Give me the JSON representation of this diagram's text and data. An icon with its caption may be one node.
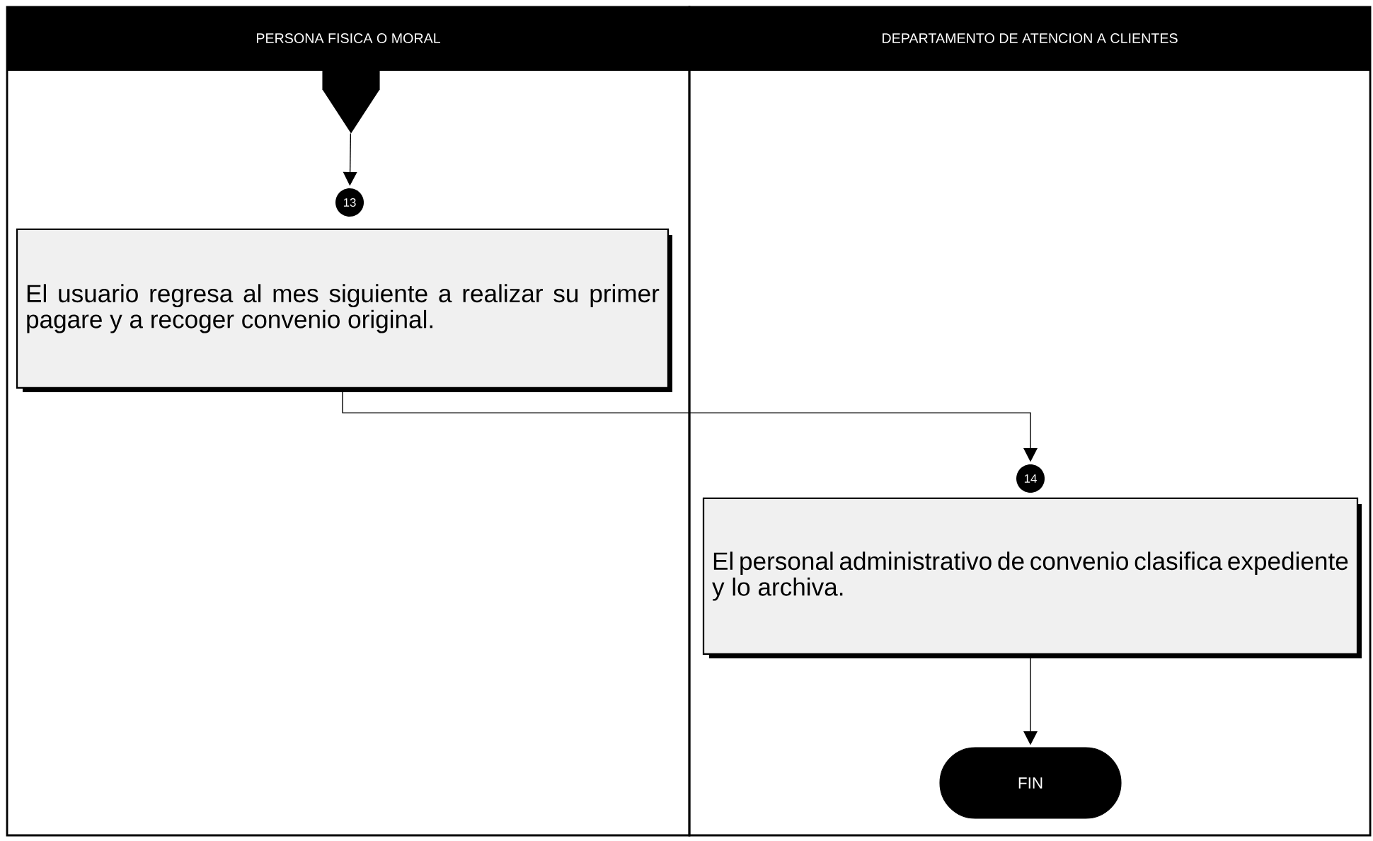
{
  "diagram": {
    "nodes": [
      {
        "text": [
          "PERSONA FISICA O MORAL"
        ]
      },
      {
        "text": [
          "DEPARTAMENTO DE ATENCION A CLIENTES"
        ]
      },
      {
        "text": [],
        "shape": "pentagon",
        "in": 0
      },
      {
        "text": [
          "13"
        ],
        "in": 0
      },
      {
        "text": [
          "El usuario regresa al mes siguiente a realizar su primer pagare y a recoger convenio original."
        ],
        "in": 0
      },
      {
        "text": [
          "14"
        ],
        "in": 1
      },
      {
        "text": [
          "El personal administrativo de convenio clasifica expediente y lo archiva."
        ],
        "in": 1
      },
      {
        "text": [
          "FIN"
        ],
        "in": 1
      }
    ],
    "edges": [
      {
        "from": 2,
        "to": 3,
        "arrow": "to"
      },
      {
        "from": 4,
        "to": 5,
        "arrow": "to"
      },
      {
        "from": 6,
        "to": 7,
        "arrow": "to"
      }
    ]
  }
}
